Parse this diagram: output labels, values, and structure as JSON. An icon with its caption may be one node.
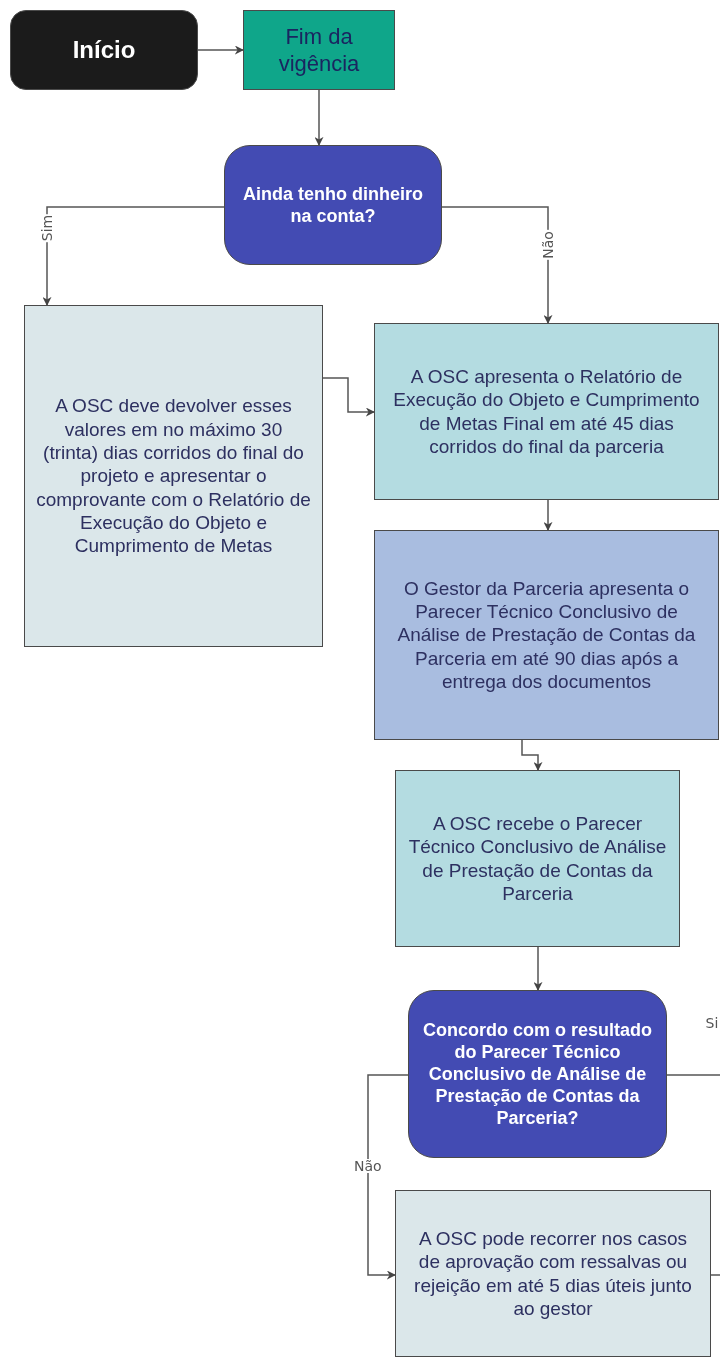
{
  "diagram": {
    "nodes": [
      {
        "text": [
          "Início"
        ]
      },
      {
        "text": [
          "Fim da vigência"
        ]
      },
      {
        "text": [
          "Ainda tenho dinheiro na conta?"
        ]
      },
      {
        "text": [
          "A OSC deve devolver esses valores em no máximo 30 (trinta) dias corridos do final do projeto e apresentar o comprovante com o Relatório de Execução do Objeto e Cumprimento de Metas"
        ]
      },
      {
        "text": [
          "A OSC apresenta o Relatório de Execução do Objeto e Cumprimento de Metas Final em até 45 dias corridos do final da parceria"
        ]
      },
      {
        "text": [
          "O Gestor da Parceria apresenta o Parecer Técnico Conclusivo de Análise de Prestação de Contas da Parceria em até 90 dias após a entrega dos documentos"
        ]
      },
      {
        "text": [
          "A OSC recebe o Parecer Técnico Conclusivo de Análise de Prestação de Contas da Parceria"
        ]
      },
      {
        "text": [
          "Concordo com o resultado do Parecer Técnico Conclusivo de Análise de Prestação de Contas da Parceria?"
        ]
      },
      {
        "text": [
          "A OSC pode recorrer nos casos de aprovação com ressalvas ou rejeição em até 5 dias úteis junto ao gestor"
        ]
      }
    ],
    "edges": [
      {
        "from": 0,
        "to": 1,
        "arrow": "to"
      },
      {
        "from": 1,
        "to": 2,
        "arrow": "to"
      },
      {
        "from": 2,
        "to": 3,
        "label": "Sim",
        "arrow": "to"
      },
      {
        "from": 2,
        "to": 4,
        "label": "Não",
        "arrow": "to"
      },
      {
        "from": 3,
        "to": 4,
        "arrow": "to"
      },
      {
        "from": 4,
        "to": 5,
        "arrow": "to"
      },
      {
        "from": 5,
        "to": 6,
        "arrow": "to"
      },
      {
        "from": 6,
        "to": 7,
        "arrow": "to"
      },
      {
        "from": 7,
        "to": 8,
        "label": "Não",
        "arrow": "to"
      },
      {
        "from": 7,
        "to": null,
        "label": "Si",
        "arrow": "none"
      },
      {
        "from": 8,
        "to": null,
        "arrow": "none"
      }
    ]
  }
}
